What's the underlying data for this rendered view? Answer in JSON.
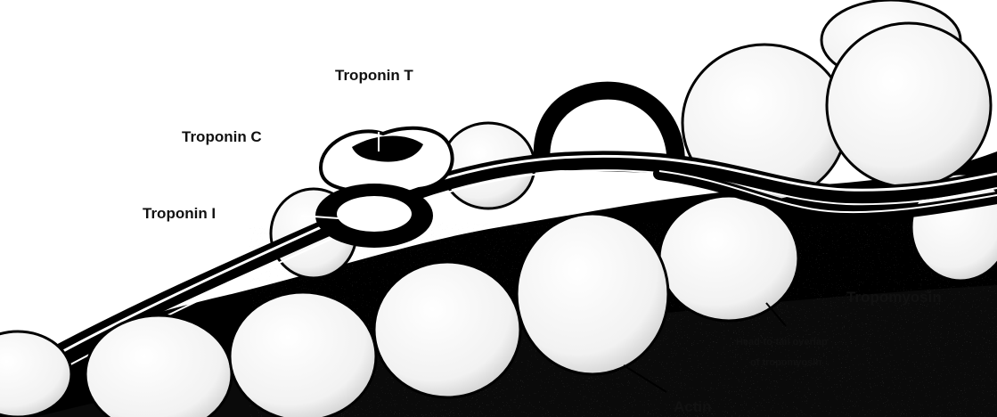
{
  "labels": {
    "troponin_t": "Troponin T",
    "troponin_c": "Troponin C",
    "troponin_i": "Troponin I",
    "tropomyosin": "Tropomyosin",
    "head_to_tail_line1": "Head-to-tail overlap",
    "head_to_tail_line2": "of tropomyosin",
    "actin": "Actin"
  },
  "colors": {
    "background": "#ffffff",
    "ink": "#000000",
    "highlight": "#ffffff"
  }
}
